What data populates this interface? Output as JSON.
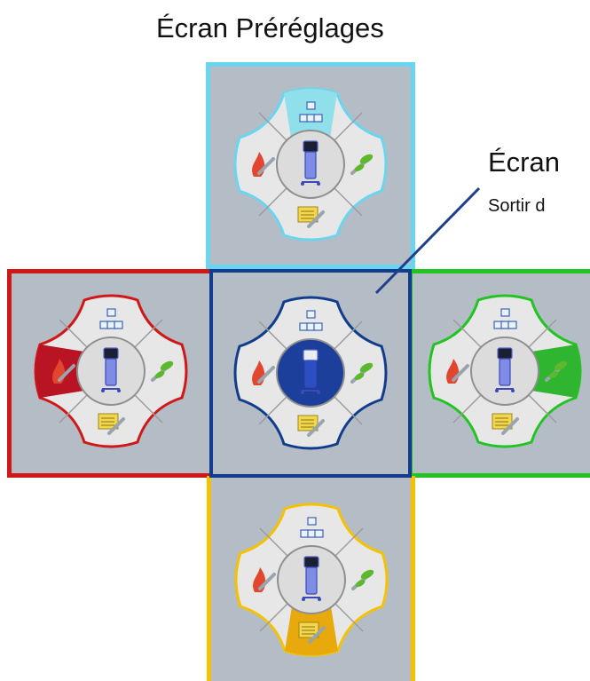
{
  "title": "Écran Préréglages",
  "callout": {
    "title": "Écran",
    "subtitle": "Sortir d"
  },
  "panels": [
    {
      "id": "top",
      "frame_color": "#6ad5ef",
      "highlight": "top",
      "highlight_color": "#8fe0ea",
      "center_color": "#dcdcdc"
    },
    {
      "id": "left",
      "frame_color": "#d01818",
      "highlight": "left",
      "highlight_color": "#b81424",
      "center_color": "#dcdcdc"
    },
    {
      "id": "center",
      "frame_color": "#123d8c",
      "highlight": "none",
      "highlight_color": "",
      "center_color": "#1b3f9a"
    },
    {
      "id": "right",
      "frame_color": "#22c322",
      "highlight": "right",
      "highlight_color": "#2fb52f",
      "center_color": "#dcdcdc"
    },
    {
      "id": "bottom",
      "frame_color": "#f4c200",
      "highlight": "bottom",
      "highlight_color": "#e7a90c",
      "center_color": "#dcdcdc"
    }
  ],
  "icons": {
    "top": "blocks-icon",
    "left": "flame-wrench-icon",
    "right": "leaf-wrench-icon",
    "bottom": "notes-wrench-icon",
    "center": "ventilator-icon"
  }
}
